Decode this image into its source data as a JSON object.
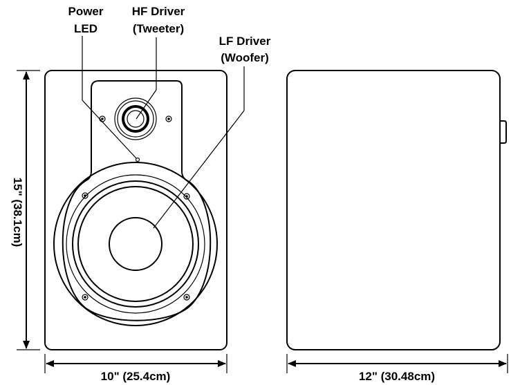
{
  "labels": {
    "power_led_line1": "Power",
    "power_led_line2": "LED",
    "hf_driver_line1": "HF Driver",
    "hf_driver_line2": "(Tweeter)",
    "lf_driver_line1": "LF Driver",
    "lf_driver_line2": "(Woofer)"
  },
  "dimensions": {
    "height": "15\" (38.1cm)",
    "front_width": "10\" (25.4cm)",
    "side_depth": "12\" (30.48cm)"
  },
  "colors": {
    "line": "#000000",
    "background": "#ffffff"
  }
}
